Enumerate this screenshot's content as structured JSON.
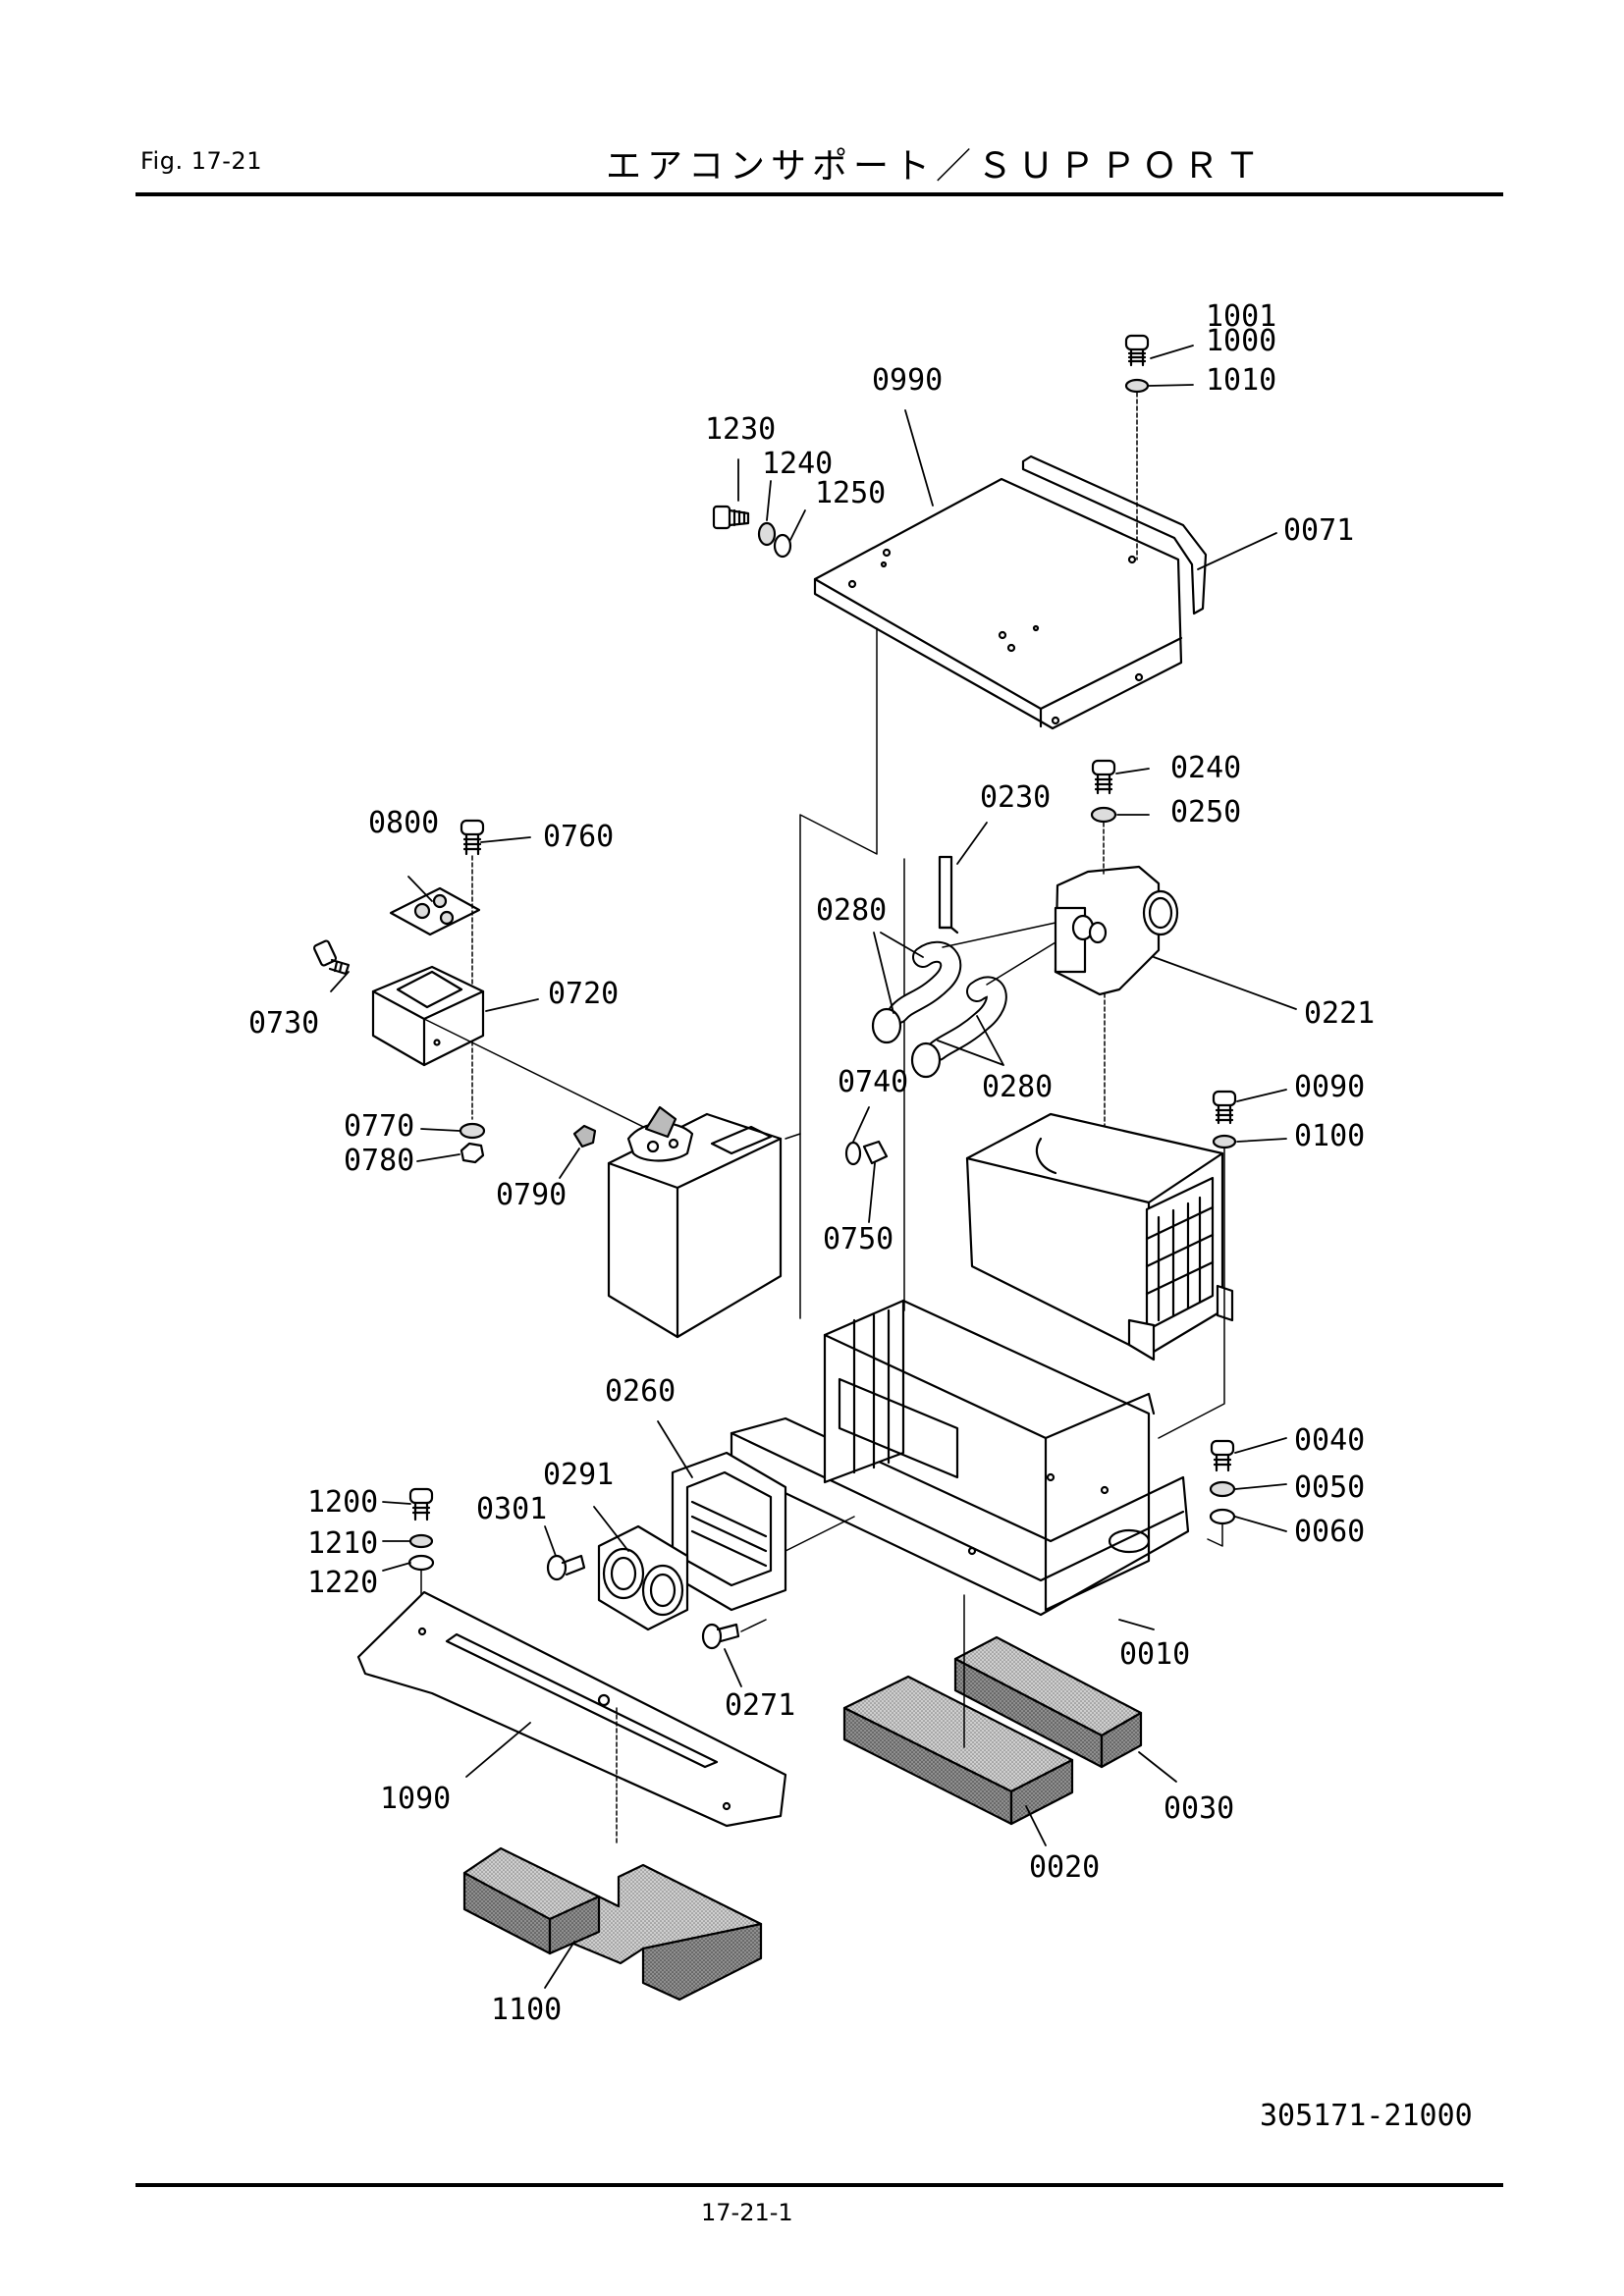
{
  "header": {
    "fig_label": "Fig.  17-21",
    "title": "エアコンサポート／ＳＵＰＰＯＲＴ"
  },
  "footer": {
    "drawing_number": "305171-21000",
    "page_number": "17-21-1"
  },
  "parts": [
    {
      "id": "p1001",
      "label": "1001"
    },
    {
      "id": "p1000",
      "label": "1000"
    },
    {
      "id": "p1010",
      "label": "1010"
    },
    {
      "id": "p0990",
      "label": "0990"
    },
    {
      "id": "p1230",
      "label": "1230"
    },
    {
      "id": "p1240",
      "label": "1240"
    },
    {
      "id": "p1250",
      "label": "1250"
    },
    {
      "id": "p0071",
      "label": "0071"
    },
    {
      "id": "p0240",
      "label": "0240"
    },
    {
      "id": "p0230",
      "label": "0230"
    },
    {
      "id": "p0250",
      "label": "0250"
    },
    {
      "id": "p0800",
      "label": "0800"
    },
    {
      "id": "p0760",
      "label": "0760"
    },
    {
      "id": "p0280a",
      "label": "0280"
    },
    {
      "id": "p0720",
      "label": "0720"
    },
    {
      "id": "p0221",
      "label": "0221"
    },
    {
      "id": "p0730",
      "label": "0730"
    },
    {
      "id": "p0740",
      "label": "0740"
    },
    {
      "id": "p0280b",
      "label": "0280"
    },
    {
      "id": "p0090",
      "label": "0090"
    },
    {
      "id": "p0770",
      "label": "0770"
    },
    {
      "id": "p0100",
      "label": "0100"
    },
    {
      "id": "p0780",
      "label": "0780"
    },
    {
      "id": "p0790",
      "label": "0790"
    },
    {
      "id": "p0750",
      "label": "0750"
    },
    {
      "id": "p0260",
      "label": "0260"
    },
    {
      "id": "p0040",
      "label": "0040"
    },
    {
      "id": "p0291",
      "label": "0291"
    },
    {
      "id": "p0050",
      "label": "0050"
    },
    {
      "id": "p1200",
      "label": "1200"
    },
    {
      "id": "p0301",
      "label": "0301"
    },
    {
      "id": "p0060",
      "label": "0060"
    },
    {
      "id": "p1210",
      "label": "1210"
    },
    {
      "id": "p1220",
      "label": "1220"
    },
    {
      "id": "p0010",
      "label": "0010"
    },
    {
      "id": "p0271",
      "label": "0271"
    },
    {
      "id": "p1090",
      "label": "1090"
    },
    {
      "id": "p0030",
      "label": "0030"
    },
    {
      "id": "p0020",
      "label": "0020"
    },
    {
      "id": "p1100",
      "label": "1100"
    }
  ]
}
